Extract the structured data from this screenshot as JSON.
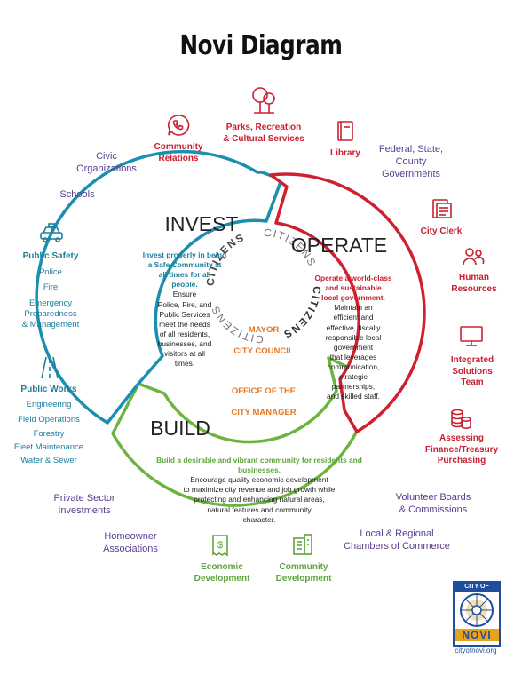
{
  "title": "Novi Diagram",
  "segments": {
    "invest": {
      "label": "INVEST",
      "desc_bold": "Invest properly in being\na Safe Community at\nall times for all\npeople.",
      "desc": "Ensure\nPolice, Fire, and\nPublic Services\nmeet the needs\nof all residents,\nbusinesses, and\nvisitors at all\ntimes."
    },
    "operate": {
      "label": "OPERATE",
      "desc_bold": "Operate a world-class\nand sustainable\nlocal government.",
      "desc": "Maintain an\nefficient and\neffective, fiscally\nresponsible local\ngovernment\nthat leverages\ncommunication,\nstrategic\npartnerships,\nand skilled staff."
    },
    "build": {
      "label": "BUILD",
      "desc_bold": "Build a desirable and vibrant community for residents and\nbusinesses.",
      "desc": "Encourage quality economic development\nto maximize city revenue and job growth while\nprotecting and enhancing natural areas,\nnatural features and community\ncharacter."
    }
  },
  "center": {
    "ring_word": "CITIZENS",
    "line1": "MAYOR",
    "line2": "CITY COUNCIL",
    "line3": "OFFICE OF THE",
    "line4": "CITY MANAGER"
  },
  "departments": {
    "parks": "Parks, Recreation\n& Cultural Services",
    "community_relations": "Community\nRelations",
    "library": "Library",
    "city_clerk": "City Clerk",
    "human_resources": "Human\nResources",
    "integrated_solutions": "Integrated\nSolutions\nTeam",
    "assessing": "Assessing\nFinance/Treasury\nPurchasing",
    "public_safety": "Public Safety",
    "public_safety_items": [
      "Police",
      "Fire",
      "Emergency\nPreparedness\n& Management"
    ],
    "public_works": "Public Works",
    "public_works_items": [
      "Engineering",
      "Field Operations",
      "Forestry",
      "Fleet Maintenance",
      "Water & Sewer"
    ],
    "economic_development": "Economic\nDevelopment",
    "community_development": "Community\nDevelopment"
  },
  "partners": {
    "civic": "Civic\nOrganizations",
    "schools": "Schools",
    "federal": "Federal, State,\nCounty\nGovernments",
    "volunteer": "Volunteer Boards\n& Commissions",
    "chambers": "Local & Regional\nChambers of Commerce",
    "private_sector": "Private Sector\nInvestments",
    "homeowner": "Homeowner\nAssociations"
  },
  "logo": {
    "top": "CITY OF",
    "name": "NOVI",
    "url": "cityofnovi.org"
  },
  "colors": {
    "invest": "#1b8fb0",
    "operate": "#d0202e",
    "build": "#6cb33f",
    "partner_text": "#5a3d8f",
    "center_text": "#e87722",
    "logo_blue": "#1f4e9c",
    "logo_gold": "#e8a21a"
  }
}
